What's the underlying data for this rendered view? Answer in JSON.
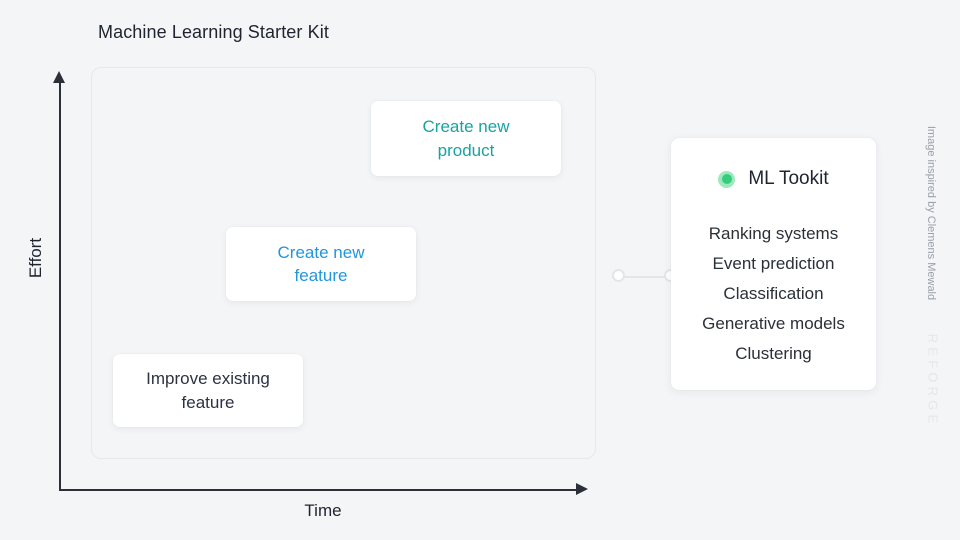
{
  "chart_data": {
    "type": "scatter",
    "title": "Machine Learning Starter Kit",
    "xlabel": "Time",
    "ylabel": "Effort",
    "grid": false,
    "legend": "none",
    "axis_note": "Qualitative 2x2 style matrix; axes have arrows and no numeric ticks",
    "categories": [
      "Improve existing feature",
      "Create new feature",
      "Create new product"
    ],
    "points": [
      {
        "label": "Improve existing feature",
        "x": "low",
        "y": "low",
        "color": "#2b3244"
      },
      {
        "label": "Create new feature",
        "x": "medium",
        "y": "medium",
        "color": "#2196da"
      },
      {
        "label": "Create new product",
        "x": "high",
        "y": "high",
        "color": "#17a3a0"
      }
    ]
  },
  "header": {
    "title": "Machine Learning Starter Kit"
  },
  "axes": {
    "y_label": "Effort",
    "x_label": "Time"
  },
  "options": [
    {
      "id": "card-improve",
      "line1": "Improve existing",
      "line2": "feature",
      "color": "#2b3244"
    },
    {
      "id": "card-feature",
      "line1": "Create new",
      "line2": "feature",
      "color": "#2196da"
    },
    {
      "id": "card-product",
      "line1": "Create new",
      "line2": "product",
      "color": "#17a3a0"
    }
  ],
  "toolkit": {
    "title": "ML Tookit",
    "dot_color": "#35cc7b",
    "dot_ring_color": "#9fe8bd",
    "items": [
      "Ranking systems",
      "Event prediction",
      "Classification",
      "Generative models",
      "Clustering"
    ]
  },
  "footer": {
    "credit": "Image inspired by Clemens Mewald",
    "watermark": "REFORGE"
  },
  "colors": {
    "background": "#f4f5f7",
    "card": "#ffffff",
    "frame_border": "#e6e8ed",
    "axis": "#2b3038",
    "connector": "#e3e5ea",
    "watermark": "#e4e6ea",
    "credit": "#9aa0ab"
  }
}
